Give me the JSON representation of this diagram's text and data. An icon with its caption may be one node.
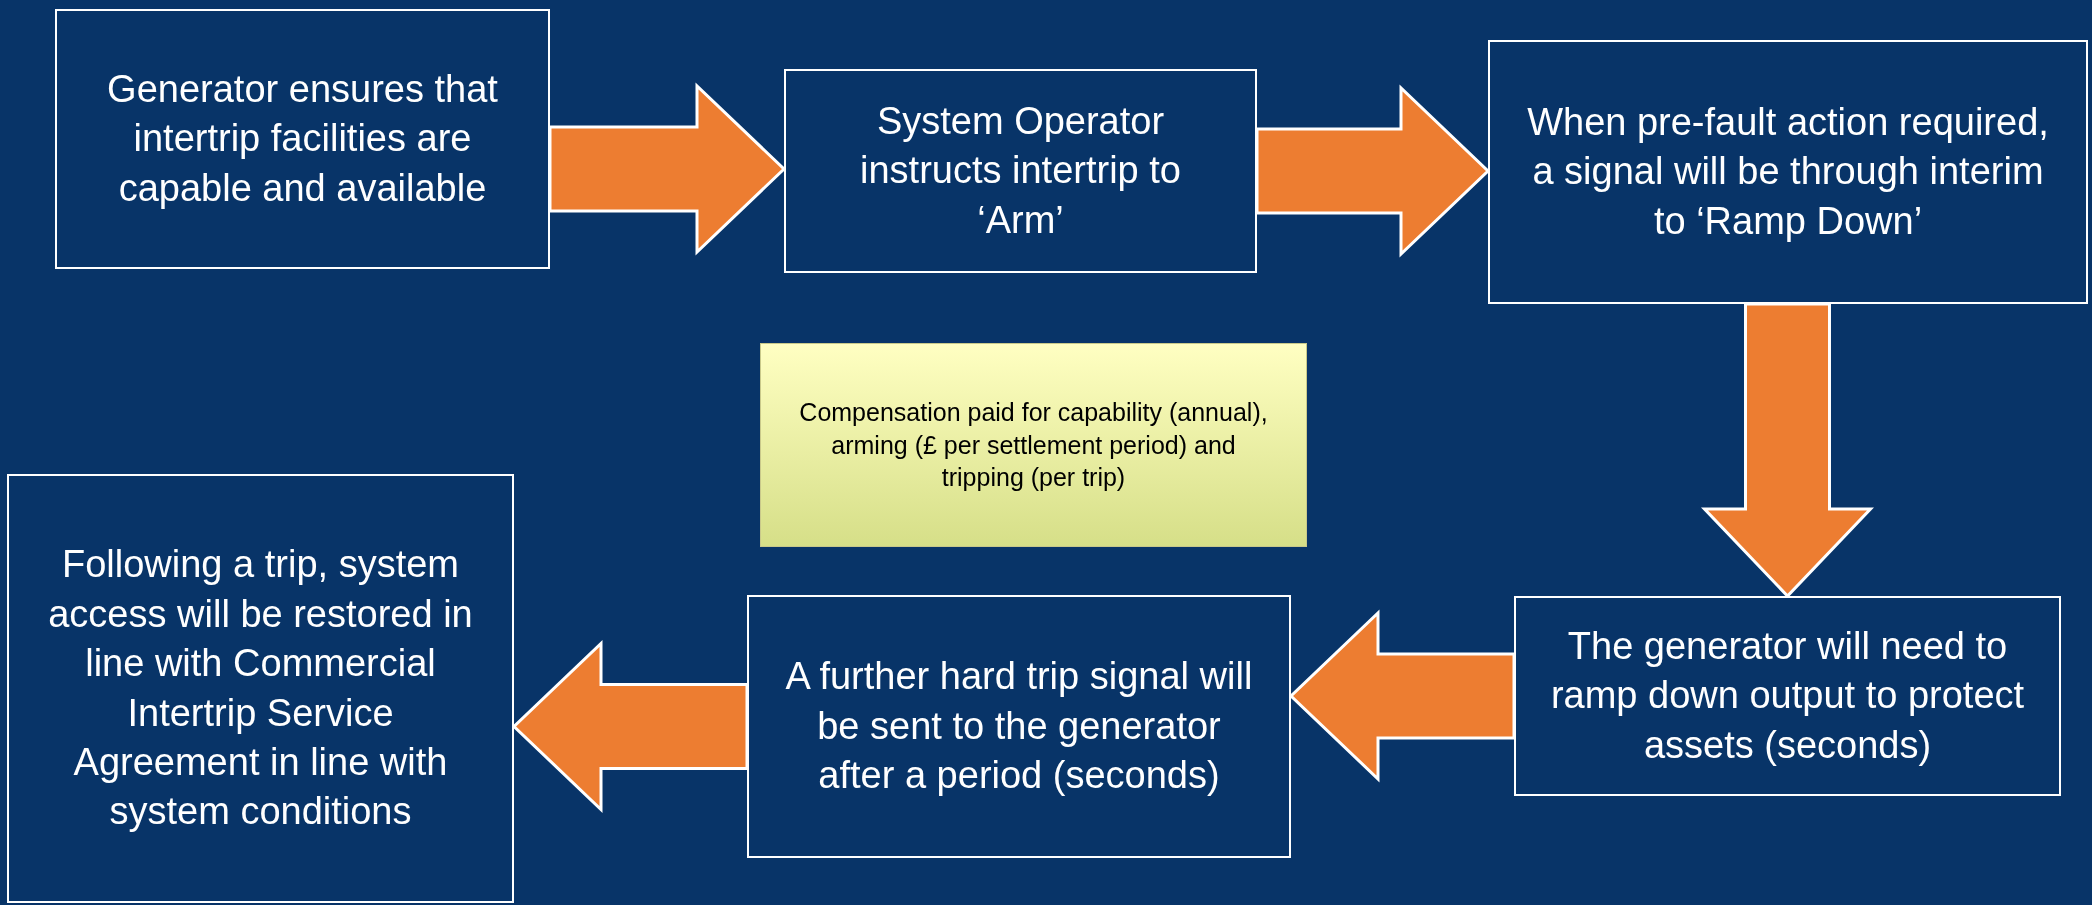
{
  "diagram": {
    "nodes": [
      {
        "text": [
          "Generator ensures that intertrip facilities are capable and available"
        ]
      },
      {
        "text": [
          "System Operator instructs intertrip to ‘Arm’"
        ]
      },
      {
        "text": [
          "When pre-fault action required, a signal will be through interim to ‘Ramp Down’"
        ]
      },
      {
        "text": [
          "Compensation paid for capability (annual), arming (£ per settlement period) and tripping (per trip)"
        ]
      },
      {
        "text": [
          "The generator will need to ramp down output to protect assets (seconds)"
        ]
      },
      {
        "text": [
          "A further hard trip signal will be sent to the generator after a period (seconds)"
        ]
      },
      {
        "text": [
          "Following a trip, system access will be restored in line with Commercial Intertrip Service Agreement in line with system conditions"
        ]
      }
    ],
    "edges": [
      {
        "from": 0,
        "to": 1,
        "arrow": "to"
      },
      {
        "from": 1,
        "to": 2,
        "arrow": "to"
      },
      {
        "from": 2,
        "to": 4,
        "arrow": "to"
      },
      {
        "from": 4,
        "to": 5,
        "arrow": "to"
      },
      {
        "from": 5,
        "to": 6,
        "arrow": "to"
      }
    ]
  }
}
